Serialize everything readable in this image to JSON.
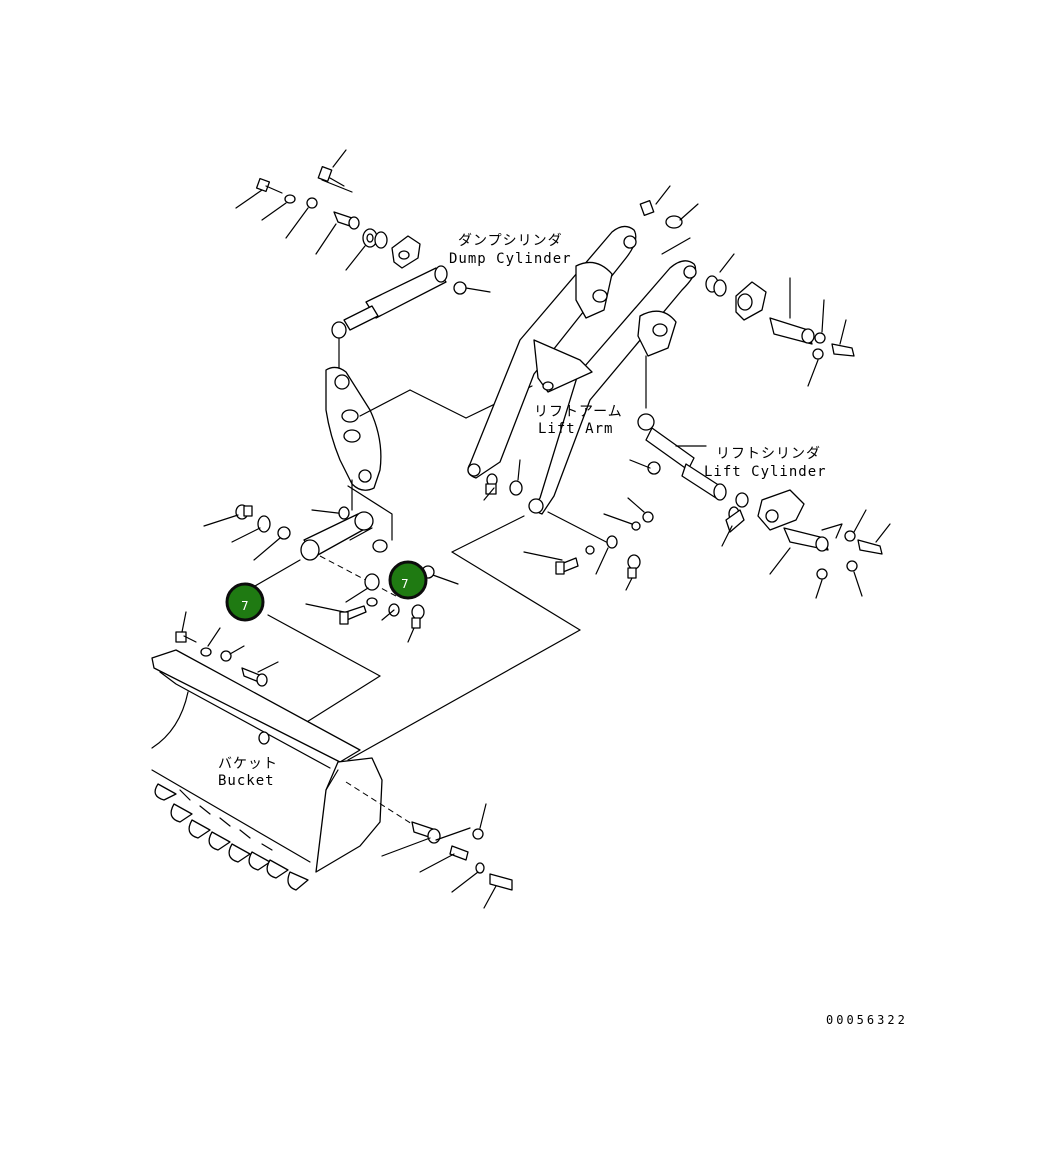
{
  "labels": {
    "dump_cylinder_ja": "ダンプシリンダ",
    "dump_cylinder_en": "Dump Cylinder",
    "lift_arm_ja": "リフトアーム",
    "lift_arm_en": "Lift Arm",
    "lift_cylinder_ja": "リフトシリンダ",
    "lift_cylinder_en": "Lift Cylinder",
    "bucket_ja": "バケット",
    "bucket_en": "Bucket"
  },
  "drawing_number": "00056322",
  "callouts": [
    {
      "number": "7"
    },
    {
      "number": "7"
    }
  ],
  "colors": {
    "callout_fill": "#1f7a12",
    "line": "#000000",
    "background": "#ffffff"
  }
}
